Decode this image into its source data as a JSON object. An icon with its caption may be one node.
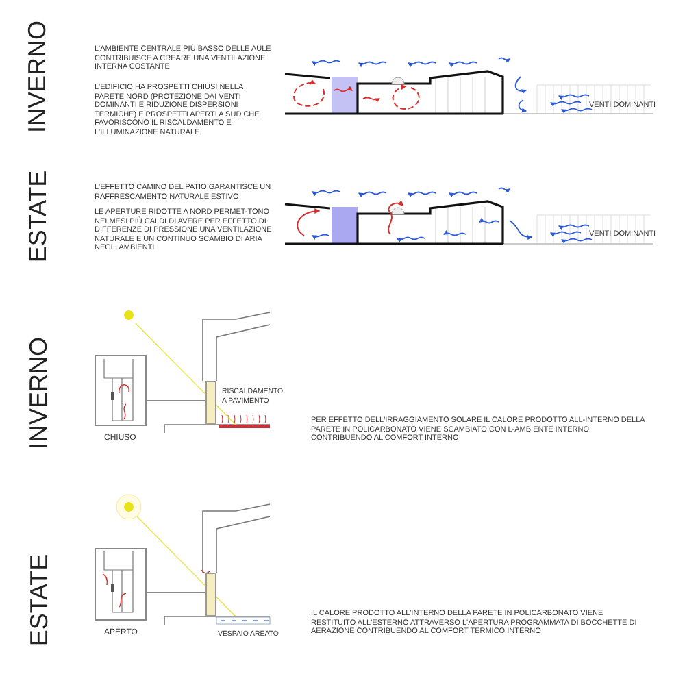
{
  "diagram": {
    "nodes": [
      {
        "text": [],
        "shape": "box",
        "beside": [
          "CHIUSO"
        ]
      },
      {
        "text": [],
        "shape": "bar"
      },
      {
        "text": [],
        "shape": "box",
        "beside": [
          "APERTO"
        ]
      },
      {
        "text": [],
        "shape": "bar"
      }
    ],
    "edges": [
      {
        "from": 0,
        "to": 1,
        "arrow": "none"
      },
      {
        "from": 2,
        "to": 3,
        "arrow": "none"
      }
    ],
    "labels": [
      "INVERNO",
      "L'AMBIENTE CENTRALE PIÙ BASSO DELLE AULE CONTRIBUISCE A CREARE UNA VENTILAZIONE INTERNA COSTANTE",
      "L'EDIFICIO HA PROSPETTI CHIUSI NELLA PARETE NORD (PROTEZIONE DAI VENTI DOMINANTI E RIDUZIONE DISPERSIONI TERMICHE) E PROSPETTI APERTI A SUD CHE FAVORISCONO IL RISCALDAMENTO E L'ILLUMINAZIONE NATURALE",
      "VENTI DOMINANTI",
      "ESTATE",
      "L'EFFETTO CAMINO DEL PATIO GARANTISCE UN RAFFRESCAMENTO NATURALE ESTIVO",
      "LE APERTURE RIDOTTE A NORD PERMET-TONO NEI MESI PIÙ CALDI DI AVERE PER EFFETTO DI DIFFERENZE DI PRESSIONE UNA VENTILAZIONE NATURALE E UN CONTINUO SCAMBIO DI ARIA NEGLI AMBIENTI",
      "VENTI DOMINANTI",
      "INVERNO",
      "RISCALDAMENTO A PAVIMENTO",
      "PER EFFETTO DELL'IRRAGGIAMENTO SOLARE IL CALORE PRODOTTO ALL-INTERNO DELLA PARETE IN POLICARBONATO VIENE SCAMBIATO CON L-AMBIENTE INTERNO CONTRIBUENDO AL COMFORT INTERNO",
      "ESTATE",
      "VESPAIO AREATO",
      "IL CALORE PRODOTTO ALL'INTERNO DELLA PARETE IN POLICARBONATO VIENE RESTITUITO ALL'ESTERNO ATTRAVERSO L'APERTURA PROGRAMMATA DI BOCCHETTE DI AERAZIONE CONTRIBUENDO AL COMFORT TERMICO INTERNO"
    ]
  }
}
